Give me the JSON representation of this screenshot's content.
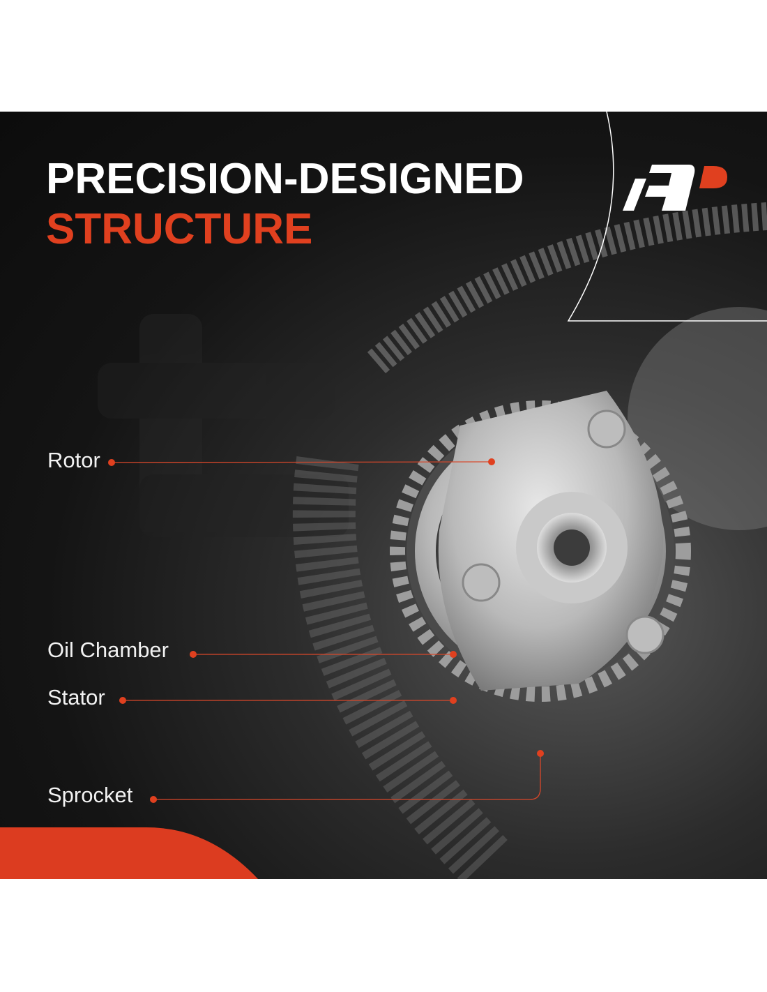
{
  "heading": {
    "line1": "PRECISION-DESIGNED",
    "line2": "STRUCTURE"
  },
  "brand": {
    "logo": "APD logo"
  },
  "callouts": [
    {
      "label": "Rotor"
    },
    {
      "label": "Oil Chamber"
    },
    {
      "label": "Stator"
    },
    {
      "label": "Sprocket"
    }
  ],
  "colors": {
    "accent": "#e0401f",
    "background": "#111111",
    "text": "#ffffff"
  }
}
